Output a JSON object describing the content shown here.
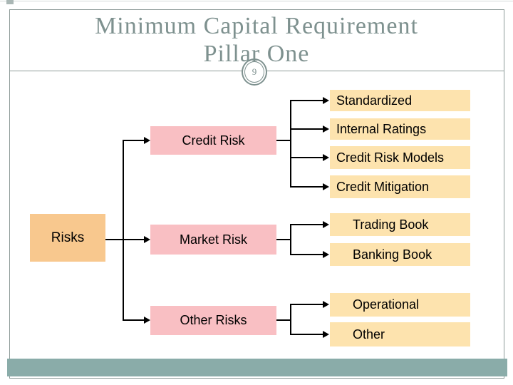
{
  "slide": {
    "title_line1": "Minimum Capital Requirement",
    "title_line2": "Pillar One",
    "page_number": "9"
  },
  "diagram": {
    "root_label": "Risks",
    "branches": [
      {
        "label": "Credit Risk",
        "children": [
          "Standardized",
          "Internal Ratings",
          "Credit Risk Models",
          "Credit Mitigation"
        ]
      },
      {
        "label": "Market Risk",
        "children": [
          "Trading Book",
          "Banking Book"
        ]
      },
      {
        "label": "Other Risks",
        "children": [
          "Operational",
          "Other"
        ]
      }
    ]
  },
  "colors": {
    "root_box": "#f8c88e",
    "branch_box": "#f9bfc3",
    "leaf_box": "#fde3ae",
    "footer_bar": "#8aaca9",
    "title_text": "#7e918f",
    "frame_border": "#8e9b99",
    "connector": "#000000"
  }
}
